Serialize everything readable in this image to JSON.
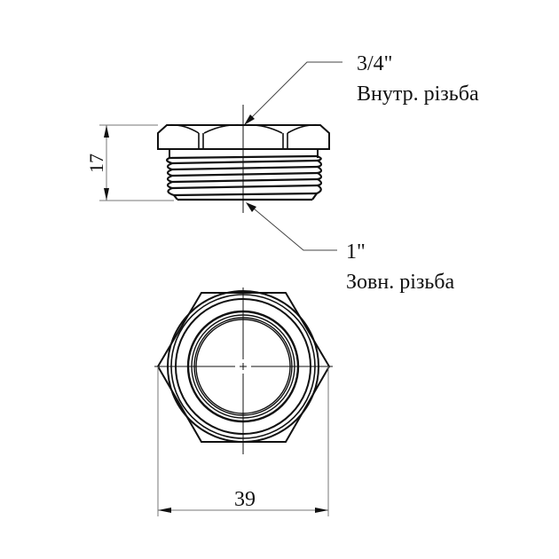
{
  "diagram": {
    "type": "technical-drawing",
    "subject": "threaded reducing bushing (hex plug)",
    "views": [
      "side-view",
      "top-view"
    ]
  },
  "labels": {
    "inner_thread": {
      "size": "3/4\"",
      "description": "Внутр. різьба"
    },
    "outer_thread": {
      "size": "1\"",
      "description": "Зовн. різьба"
    }
  },
  "dimensions": {
    "height": "17",
    "width": "39"
  },
  "colors": {
    "line": "#111111",
    "dimension_line": "#777777",
    "background": "#ffffff"
  }
}
